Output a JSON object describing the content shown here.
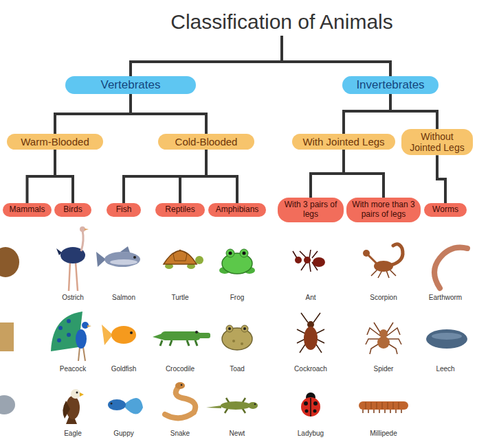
{
  "diagram": {
    "title": "Classification of Animals",
    "nodes": [
      {
        "text": [
          "Vertebrates"
        ]
      },
      {
        "text": [
          "Invertebrates"
        ]
      },
      {
        "text": [
          "Warm-Blooded"
        ]
      },
      {
        "text": [
          "Cold-Blooded"
        ]
      },
      {
        "text": [
          "With Jointed Legs"
        ]
      },
      {
        "text": [
          "Without Jointed Legs"
        ]
      },
      {
        "text": [
          "Mammals"
        ]
      },
      {
        "text": [
          "Birds"
        ]
      },
      {
        "text": [
          "Fish"
        ]
      },
      {
        "text": [
          "Reptiles"
        ]
      },
      {
        "text": [
          "Amphibians"
        ]
      },
      {
        "text": [
          "With 3 pairs of legs"
        ]
      },
      {
        "text": [
          "With more than 3 pairs of legs"
        ]
      },
      {
        "text": [
          "Worms"
        ]
      }
    ],
    "edges": [
      {
        "from": 0,
        "to": 2,
        "arrow": "none"
      },
      {
        "from": 0,
        "to": 3,
        "arrow": "none"
      },
      {
        "from": 1,
        "to": 4,
        "arrow": "none"
      },
      {
        "from": 1,
        "to": 5,
        "arrow": "none"
      },
      {
        "from": 2,
        "to": 6,
        "arrow": "none"
      },
      {
        "from": 2,
        "to": 7,
        "arrow": "none"
      },
      {
        "from": 3,
        "to": 8,
        "arrow": "none"
      },
      {
        "from": 3,
        "to": 9,
        "arrow": "none"
      },
      {
        "from": 3,
        "to": 10,
        "arrow": "none"
      },
      {
        "from": 4,
        "to": 11,
        "arrow": "none"
      },
      {
        "from": 4,
        "to": 12,
        "arrow": "none"
      },
      {
        "from": 5,
        "to": 13,
        "arrow": "none"
      }
    ],
    "labels": [
      "Ostrich",
      "Salmon",
      "Turtle",
      "Frog",
      "Ant",
      "Scorpion",
      "Earthworm",
      "Peacock",
      "Goldfish",
      "Crocodile",
      "Toad",
      "Cockroach",
      "Spider",
      "Leech",
      "Eagle",
      "Guppy",
      "Snake",
      "Newt",
      "Ladybug",
      "Millipede"
    ]
  }
}
